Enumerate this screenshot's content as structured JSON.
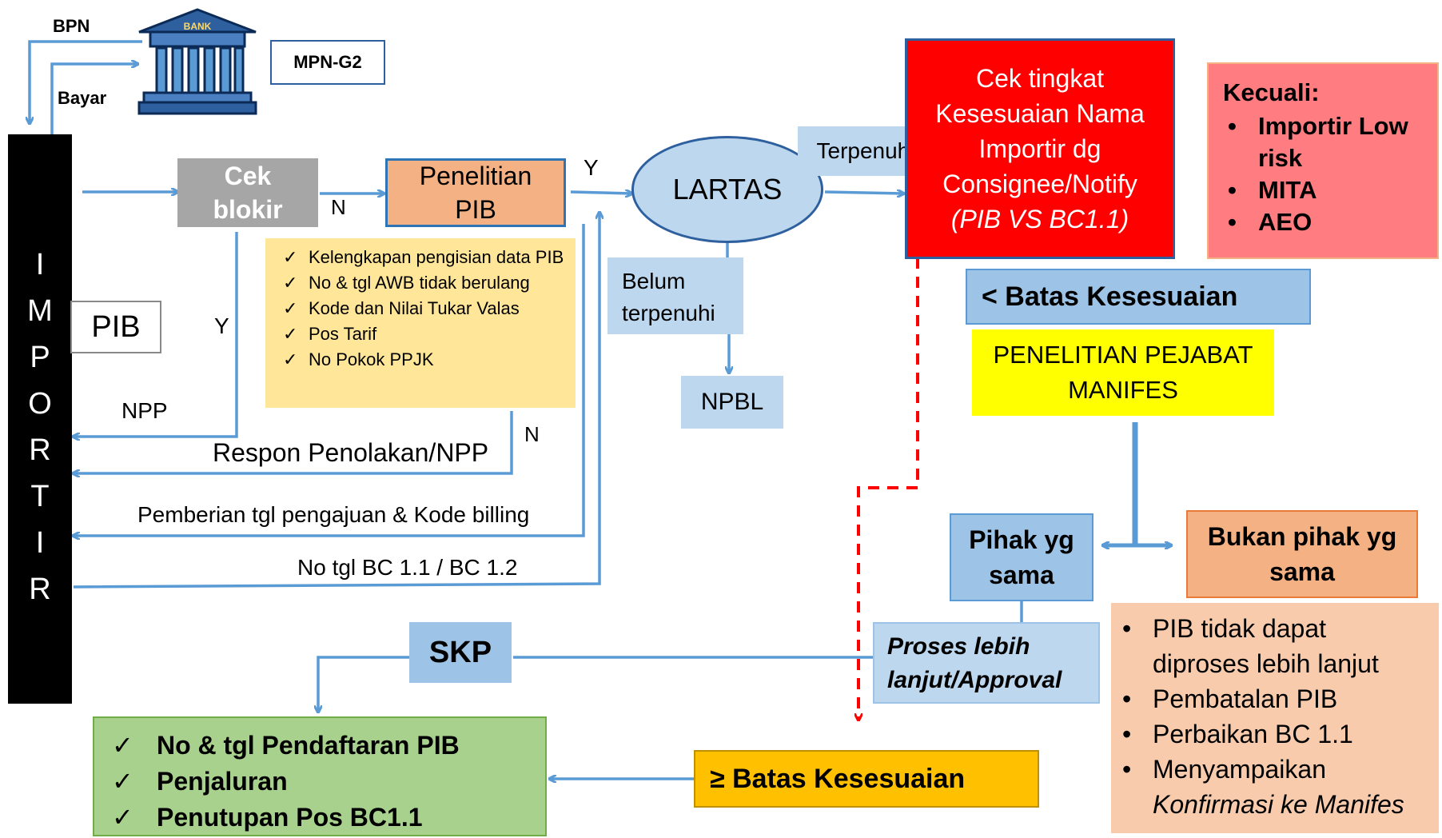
{
  "bank": {
    "caption": "BANK",
    "bpn": "BPN",
    "bayar": "Bayar",
    "mpn": "MPN-G2"
  },
  "importir": {
    "letters": [
      "I",
      "M",
      "P",
      "O",
      "R",
      "T",
      "I",
      "R"
    ]
  },
  "pib_box": "PIB",
  "cek_blokir": {
    "line1": "Cek",
    "line2": "blokir"
  },
  "penelitian_pib": {
    "line1": "Penelitian",
    "line2": "PIB"
  },
  "checklist": [
    "Kelengkapan pengisian data PIB",
    "No & tgl AWB tidak berulang",
    "Kode dan Nilai Tukar Valas",
    "Pos Tarif",
    "No Pokok PPJK"
  ],
  "lartas": "LARTAS",
  "terpenuhi": "Terpenuhi",
  "belum": {
    "line1": "Belum",
    "line2": "terpenuhi"
  },
  "npbl": "NPBL",
  "cek_tingkat": {
    "line1": "Cek tingkat",
    "line2": "Kesesuaian Nama",
    "line3": "Importir dg",
    "line4": "Consignee/Notify",
    "line5": "(PIB VS BC1.1)"
  },
  "kecuali": {
    "title": "Kecuali:",
    "items": [
      "Importir Low risk",
      "MITA",
      "AEO"
    ]
  },
  "batas_kurang": "< Batas Kesesuaian",
  "penelitian_pejabat": {
    "line1": "PENELITIAN PEJABAT",
    "line2": "MANIFES"
  },
  "pihak_sama": {
    "line1": "Pihak yg",
    "line2": "sama"
  },
  "bukan_pihak": {
    "line1": "Bukan pihak yg",
    "line2": "sama"
  },
  "proses": {
    "line1": "Proses lebih",
    "line2": "lanjut/Approval"
  },
  "bukan_list": [
    {
      "a": "PIB tidak dapat",
      "b": "diproses lebih lanjut",
      "italic": false
    },
    {
      "a": "Pembatalan PIB",
      "b": "",
      "italic": false
    },
    {
      "a": "Perbaikan BC 1.1",
      "b": "",
      "italic": false
    },
    {
      "a": "Menyampaikan",
      "b": "Konfirmasi ke Manifes",
      "italic": true
    }
  ],
  "skp": "SKP",
  "batas_lebih": "≥ Batas Kesesuaian",
  "hasil": [
    "No & tgl Pendaftaran PIB",
    "Penjaluran",
    "Penutupan Pos BC1.1"
  ],
  "labels": {
    "n1": "N",
    "y1": "Y",
    "y2": "Y",
    "n2": "N",
    "npp": "NPP",
    "respon": "Respon Penolakan/NPP",
    "pemberian": "Pemberian tgl pengajuan & Kode billing",
    "no_tgl": "No tgl BC 1.1 / BC 1.2"
  },
  "colors": {
    "arrow": "#5b9bd5",
    "red": "#ff0000",
    "yellow": "#ffff00",
    "orange": "#ffc000",
    "green": "#a9d18e",
    "light_blue": "#bdd7ee",
    "mid_blue": "#9dc3e6",
    "peach": "#f4b183",
    "salmon": "#ff7c80",
    "gold_note": "#ffe699",
    "light_peach": "#f8cbad"
  }
}
